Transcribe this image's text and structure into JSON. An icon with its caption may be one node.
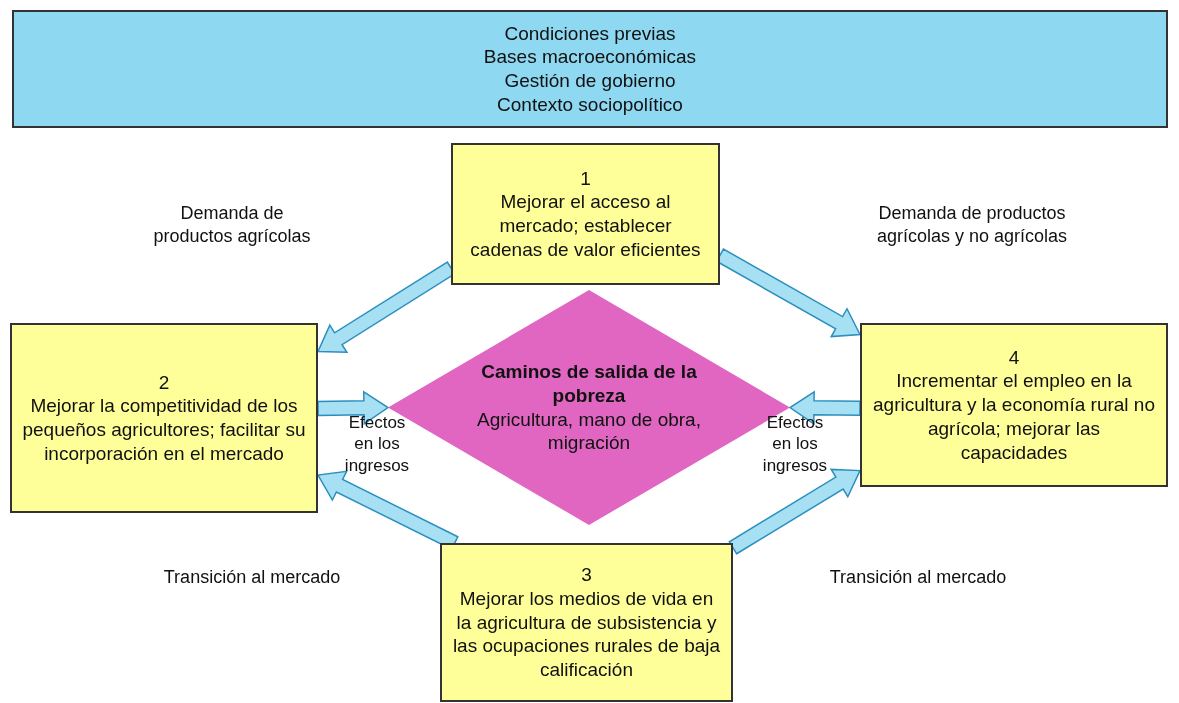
{
  "diagram": {
    "nodes": [
      {
        "text": [
          "Condiciones previas",
          "Bases macroeconómicas",
          "Gestión de gobierno",
          "Contexto sociopolítico"
        ]
      },
      {
        "text": [
          "1",
          "Mejorar el acceso al mercado; establecer cadenas de valor eficientes"
        ]
      },
      {
        "text": [
          "2",
          "Mejorar la competitividad de los pequeños agricultores; facilitar su incorporación en el mercado"
        ]
      },
      {
        "text": [
          "Caminos de salida de la pobreza",
          "Agricultura, mano de obra, migración"
        ]
      },
      {
        "text": [
          "4",
          "Incrementar el empleo en la agricultura y la economía rural no agrícola; mejorar las capacidades"
        ]
      },
      {
        "text": [
          "3",
          "Mejorar los medios de vida en la agricultura de subsistencia y las ocupaciones rurales de baja calificación"
        ]
      }
    ],
    "edges": [
      {
        "from": 1,
        "to": 2,
        "arrow": "to"
      },
      {
        "from": 1,
        "to": 4,
        "arrow": "to"
      },
      {
        "from": 2,
        "to": 3,
        "arrow": "to"
      },
      {
        "from": 4,
        "to": 3,
        "arrow": "to"
      },
      {
        "from": 5,
        "to": 2,
        "arrow": "to"
      },
      {
        "from": 5,
        "to": 4,
        "arrow": "to"
      }
    ],
    "labels": [
      "Demanda de productos agrícolas",
      "Demanda de productos agrícolas y no agrícolas",
      "Efectos en los ingresos",
      "Efectos en los ingresos",
      "Transición al mercado",
      "Transición al mercado"
    ]
  }
}
